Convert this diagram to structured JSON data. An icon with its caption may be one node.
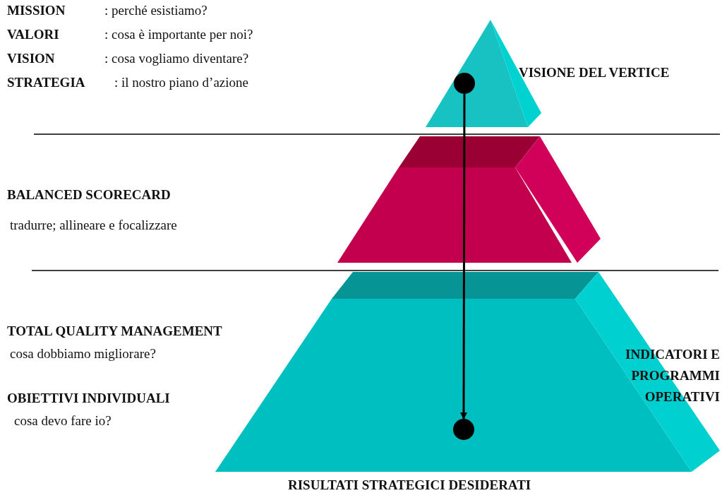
{
  "diagram": {
    "nodes": [
      {
        "text": [],
        "shape": "circle"
      },
      {
        "text": [],
        "shape": "circle"
      }
    ],
    "edges": [
      {
        "from": 0,
        "to": 1,
        "arrow": "to"
      }
    ],
    "labels": [
      "MISSION",
      ": perché esistiamo?",
      "VALORI",
      ": cosa è importante per noi?",
      "VISION",
      ": cosa vogliamo diventare?",
      "STRATEGIA",
      ": il nostro piano d’azione",
      "VISIONE DEL VERTICE",
      "BALANCED SCORECARD",
      "tradurre; allineare e focalizzare",
      "TOTAL QUALITY MANAGEMENT",
      "cosa dobbiamo migliorare?",
      "INDICATORI E PROGRAMMI OPERATIVI",
      "OBIETTIVI INDIVIDUALI",
      "cosa devo fare io?",
      "RISULTATI STRATEGICI DESIDERATI"
    ]
  }
}
